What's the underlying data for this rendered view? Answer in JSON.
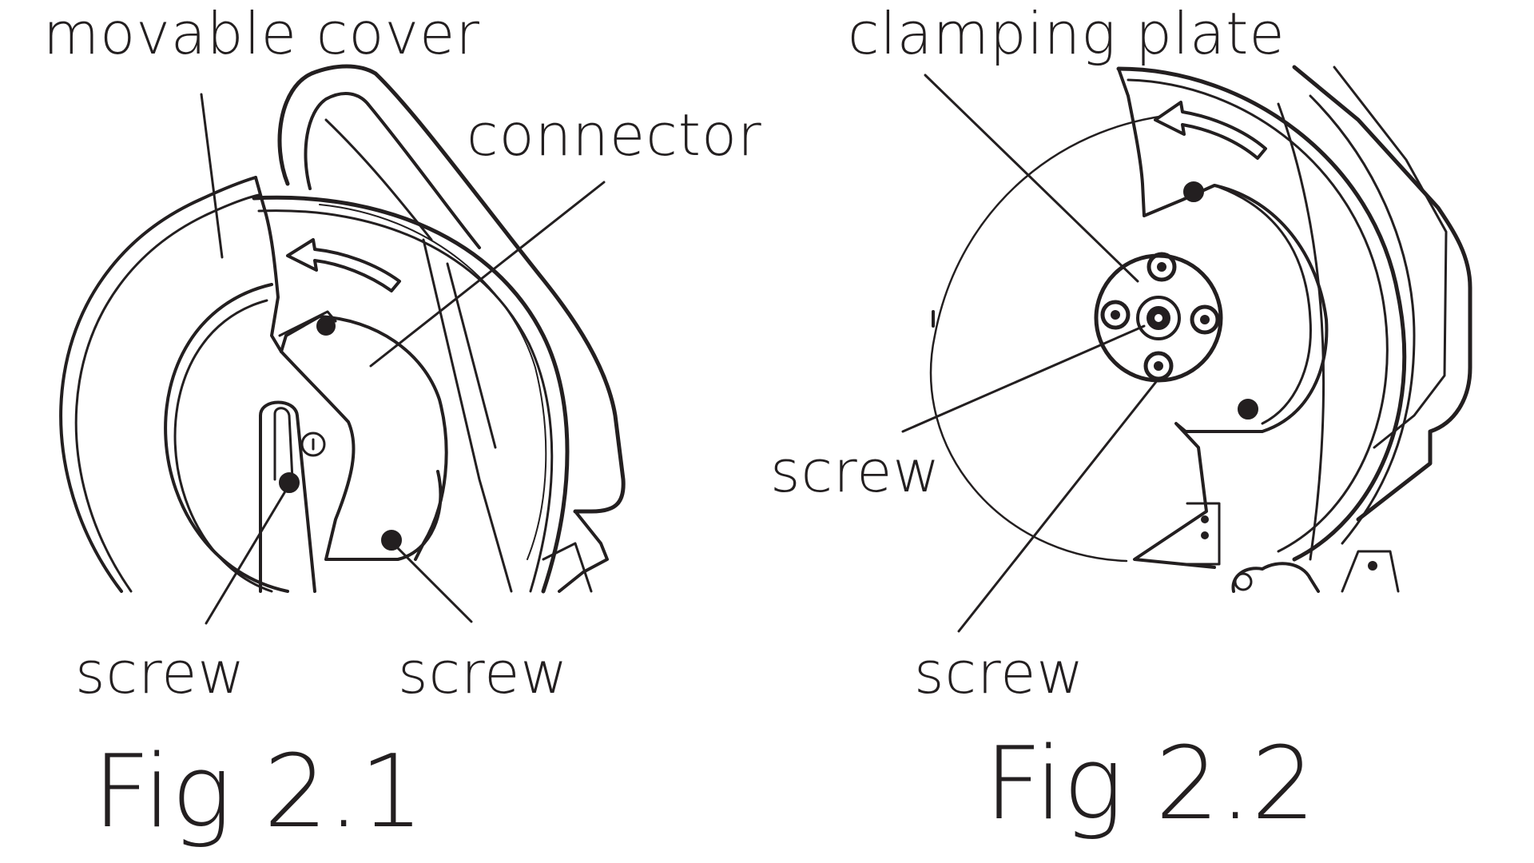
{
  "figure_1": {
    "callouts": {
      "movable_cover": "movable cover",
      "connector": "connector",
      "screw_left": "screw",
      "screw_right": "screw"
    },
    "caption": "Fig 2.1"
  },
  "figure_2": {
    "callouts": {
      "clamping_plate": "clamping plate",
      "screw_upper": "screw",
      "screw_lower": "screw"
    },
    "caption": "Fig 2.2"
  },
  "colors": {
    "ink": "#231f20",
    "background": "#ffffff"
  }
}
